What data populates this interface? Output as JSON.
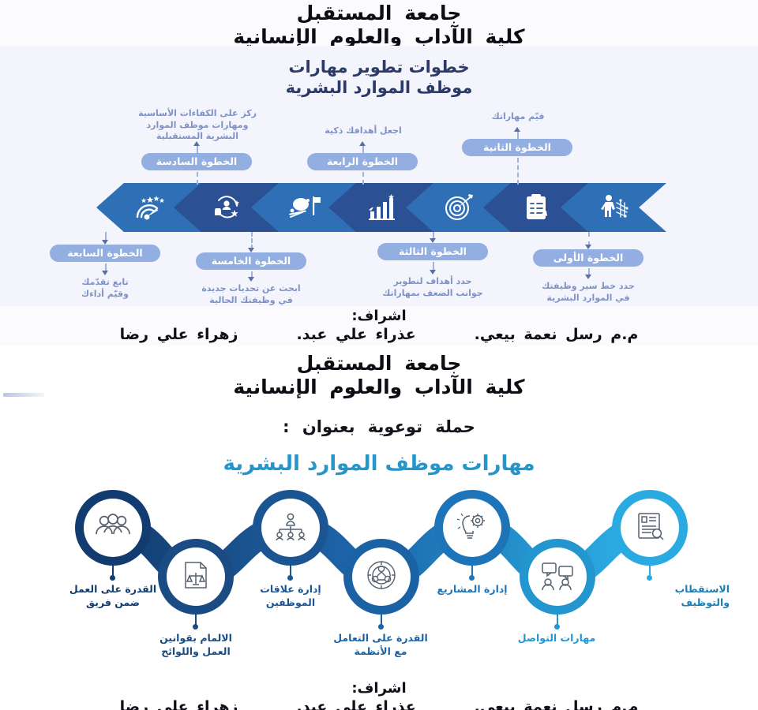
{
  "colors": {
    "page_bg": "#ffffff",
    "panel_bg": "#f4f4fc",
    "title_navy": "#2b3a68",
    "pill_blue": "#93aee0",
    "caption_blue": "#7e93c4",
    "chev_dark": "#2b5093",
    "chev_mid": "#2f6fb5",
    "campaign_cyan": "#2596c8",
    "node_dark": "#123c70",
    "node_cyan": "#29abe2"
  },
  "section_one": {
    "university": "جامعة  المستقبل",
    "college": "كلية  الآداب  والعلوم  الإنسانية",
    "infographic_title_line1": "خطوات تطوير مهارات",
    "infographic_title_line2": "موظف الموارد البشرية",
    "steps": [
      {
        "index": 1,
        "pill": "الخطوة الأولى",
        "caption": "حدد خط سير وظيفتك\nفي الموارد البشرية",
        "position": "below",
        "icon": "person-with-network-icon"
      },
      {
        "index": 2,
        "pill": "الخطوة الثانية",
        "caption": "قيّم مهاراتك",
        "position": "above",
        "icon": "clipboard-checklist-icon"
      },
      {
        "index": 3,
        "pill": "الخطوة الثالثة",
        "caption": "حدد أهداف لتطوير\nجوانب الضعف بمهاراتك",
        "position": "below",
        "icon": "target-dartboard-icon"
      },
      {
        "index": 4,
        "pill": "الخطوة الرابعة",
        "caption": "اجعل أهدافك ذكية",
        "position": "above",
        "icon": "bar-chart-growth-icon"
      },
      {
        "index": 5,
        "pill": "الخطوة الخامسة",
        "caption": "ابحث عن تحديات جديدة\nفي وظيفتك الحالية",
        "position": "below",
        "icon": "flag-climbing-icon"
      },
      {
        "index": 6,
        "pill": "الخطوة السادسة",
        "caption": "ركز على الكفاءات الأساسية\nومهارات موظف الموارد\nالبشرية المستقبلية",
        "position": "above",
        "icon": "skills-cycle-icon"
      },
      {
        "index": 7,
        "pill": "الخطوة السابعة",
        "caption": "تابع تقدّمك\nوقيّم أداءك",
        "position": "below",
        "icon": "gauge-rating-icon"
      }
    ],
    "supervision": {
      "label": "اشراف:",
      "names": [
        "م.م رسل نعمة بيعي.",
        "عذراء علي عبد.",
        "زهراء علي رضا"
      ]
    }
  },
  "section_two": {
    "university": "جامعة  المستقبل",
    "college": "كلية  الآداب  والعلوم  الإنسانية",
    "campaign_line": "حملة  توعوية  بعنوان  :",
    "campaign_title": "مهارات موظف الموارد البشرية",
    "skills": [
      {
        "label": "القدرة على العمل\nضمن فريق",
        "icon": "team-group-icon",
        "color": "#123c70",
        "row": "top"
      },
      {
        "label": "الالمام بقوانين\nالعمل واللوائح",
        "icon": "law-document-scale-icon",
        "color": "#1a4c83",
        "row": "bottom"
      },
      {
        "label": "إدارة علاقات\nالموظفين",
        "icon": "org-chart-people-icon",
        "color": "#1b5692",
        "row": "top"
      },
      {
        "label": "القدرة على التعامل\nمع الأنظمة",
        "icon": "systems-gear-network-icon",
        "color": "#1b62a5",
        "row": "bottom"
      },
      {
        "label": "إدارة المشاريع",
        "icon": "brain-gear-idea-icon",
        "color": "#1e74b8",
        "row": "top"
      },
      {
        "label": "مهارات التواصل",
        "icon": "communication-chat-icon",
        "color": "#2395cf",
        "row": "bottom"
      },
      {
        "label": "الاستقطاب\nوالتوظيف",
        "icon": "resume-search-icon",
        "color": "#29abe2",
        "row": "top"
      }
    ],
    "supervision": {
      "label": "اشراف:",
      "names": [
        "م.م رسل نعمة بيعي.",
        "عذراء علي عبد.",
        "زهراء علي رضا"
      ]
    }
  }
}
